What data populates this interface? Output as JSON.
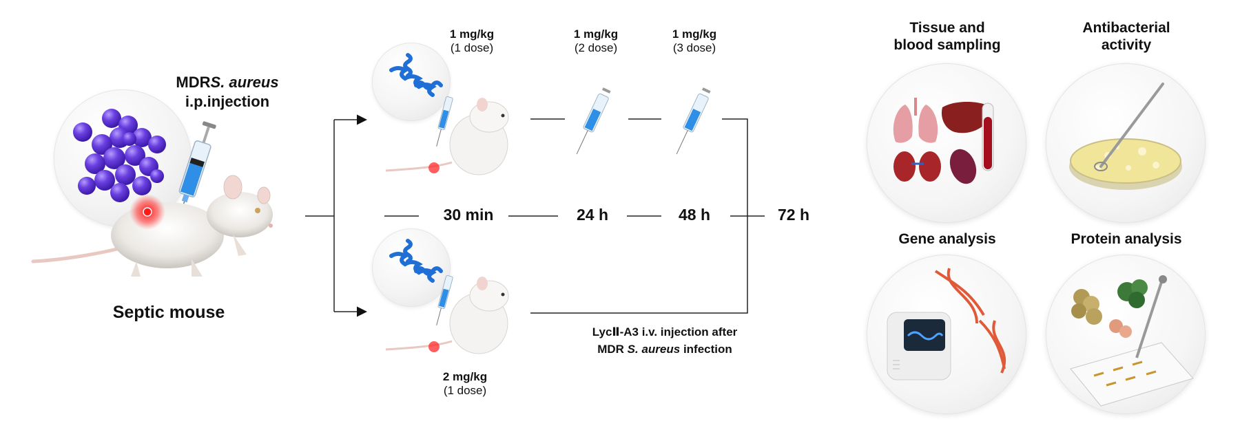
{
  "infection": {
    "pathogen_prefix": "MDR",
    "pathogen_italic": "S. aureus",
    "route": "i.p.injection",
    "model_label": "Septic mouse"
  },
  "doses": {
    "d1": {
      "amount": "1 mg/kg",
      "count": "(1 dose)"
    },
    "d2": {
      "amount": "1 mg/kg",
      "count": "(2 dose)"
    },
    "d3": {
      "amount": "1 mg/kg",
      "count": "(3 dose)"
    },
    "d4": {
      "amount": "2 mg/kg",
      "count": "(1 dose)"
    }
  },
  "timeline": {
    "t1": "30 min",
    "t2": "24 h",
    "t3": "48 h",
    "t4": "72 h"
  },
  "treatment": {
    "line1": "LycⅡ-A3 i.v. injection after",
    "line2_prefix": "MDR ",
    "line2_italic": "S. aureus",
    "line2_suffix": " infection"
  },
  "analyses": {
    "a1_line1": "Tissue and",
    "a1_line2": "blood sampling",
    "a2_line1": "Antibacterial",
    "a2_line2": "activity",
    "a3": "Gene analysis",
    "a4": "Protein analysis"
  }
}
